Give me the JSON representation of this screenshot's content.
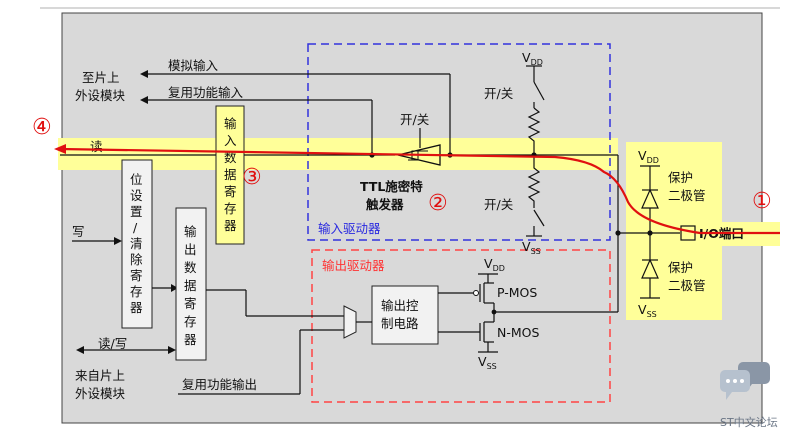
{
  "labels": {
    "to_peripheral": [
      "至片上",
      "外设模块"
    ],
    "analog_input": "模拟输入",
    "alt_func_input": "复用功能输入",
    "read": "读",
    "write": "写",
    "read_write": "读/写",
    "from_peripheral": [
      "来自片上",
      "外设模块"
    ],
    "alt_func_output": "复用功能输出",
    "bit_set_reset_reg": [
      "位",
      "设",
      "置",
      "/",
      "清",
      "除",
      "寄",
      "存",
      "器"
    ],
    "output_data_reg": [
      "输",
      "出",
      "数",
      "据",
      "寄",
      "存",
      "器"
    ],
    "input_data_reg": [
      "输",
      "入",
      "数",
      "据",
      "寄",
      "存",
      "器"
    ],
    "switch_onoff": "开/关",
    "ttl_schmitt": [
      "TTL施密特",
      "触发器"
    ],
    "input_driver": "输入驱动器",
    "output_driver": "输出驱动器",
    "output_control": [
      "输出控",
      "制电路"
    ],
    "pmos": "P-MOS",
    "nmos": "N-MOS",
    "vdd": "V",
    "vdd_sub": "DD",
    "vss": "V",
    "vss_sub": "SS",
    "protect_diode": [
      "保护",
      "二极管"
    ],
    "io_port": "I/O端口",
    "n1": "①",
    "n2": "②",
    "n3": "③",
    "n4": "④"
  },
  "watermark": "ST中文论坛",
  "colors": {
    "panel": "#d9d9d9",
    "highlight": "#ffff99",
    "signal": "#e01010",
    "input_box": "#3333dd",
    "output_box": "#ff4444"
  }
}
